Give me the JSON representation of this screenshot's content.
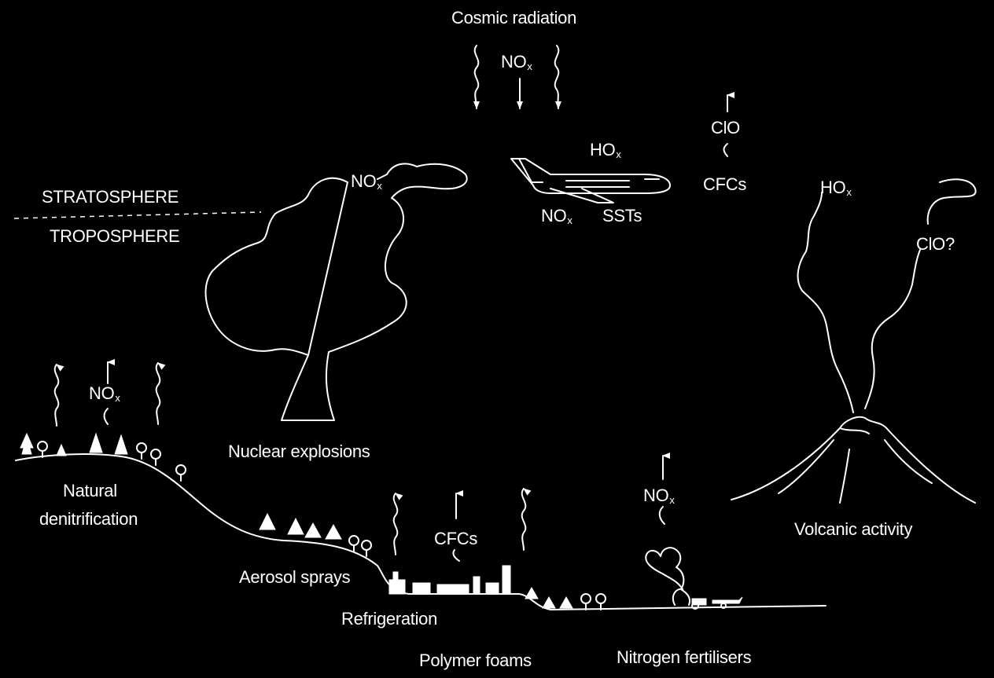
{
  "colors": {
    "background": "#000000",
    "foreground": "#ffffff"
  },
  "labels": {
    "cosmic_radiation": "Cosmic radiation",
    "nox_main": "NO",
    "nox_sub": "x",
    "hox_main": "HO",
    "hox_sub": "x",
    "sst": "SSTs",
    "clo": "ClO",
    "cfcs": "CFCs",
    "clo_q": "ClO?",
    "stratosphere": "STRATOSPHERE",
    "troposphere": "TROPOSPHERE",
    "nuclear": "Nuclear explosions",
    "natural": "Natural",
    "denitrification": "denitrification",
    "aerosol": "Aerosol sprays",
    "refrigeration": "Refrigeration",
    "polymer": "Polymer foams",
    "nitrogen": "Nitrogen fertilisers",
    "volcanic": "Volcanic activity"
  },
  "icons": [
    "airplane-icon",
    "tree-icon",
    "factory-icon",
    "tractor-icon",
    "volcano-icon",
    "mushroom-cloud-icon"
  ]
}
